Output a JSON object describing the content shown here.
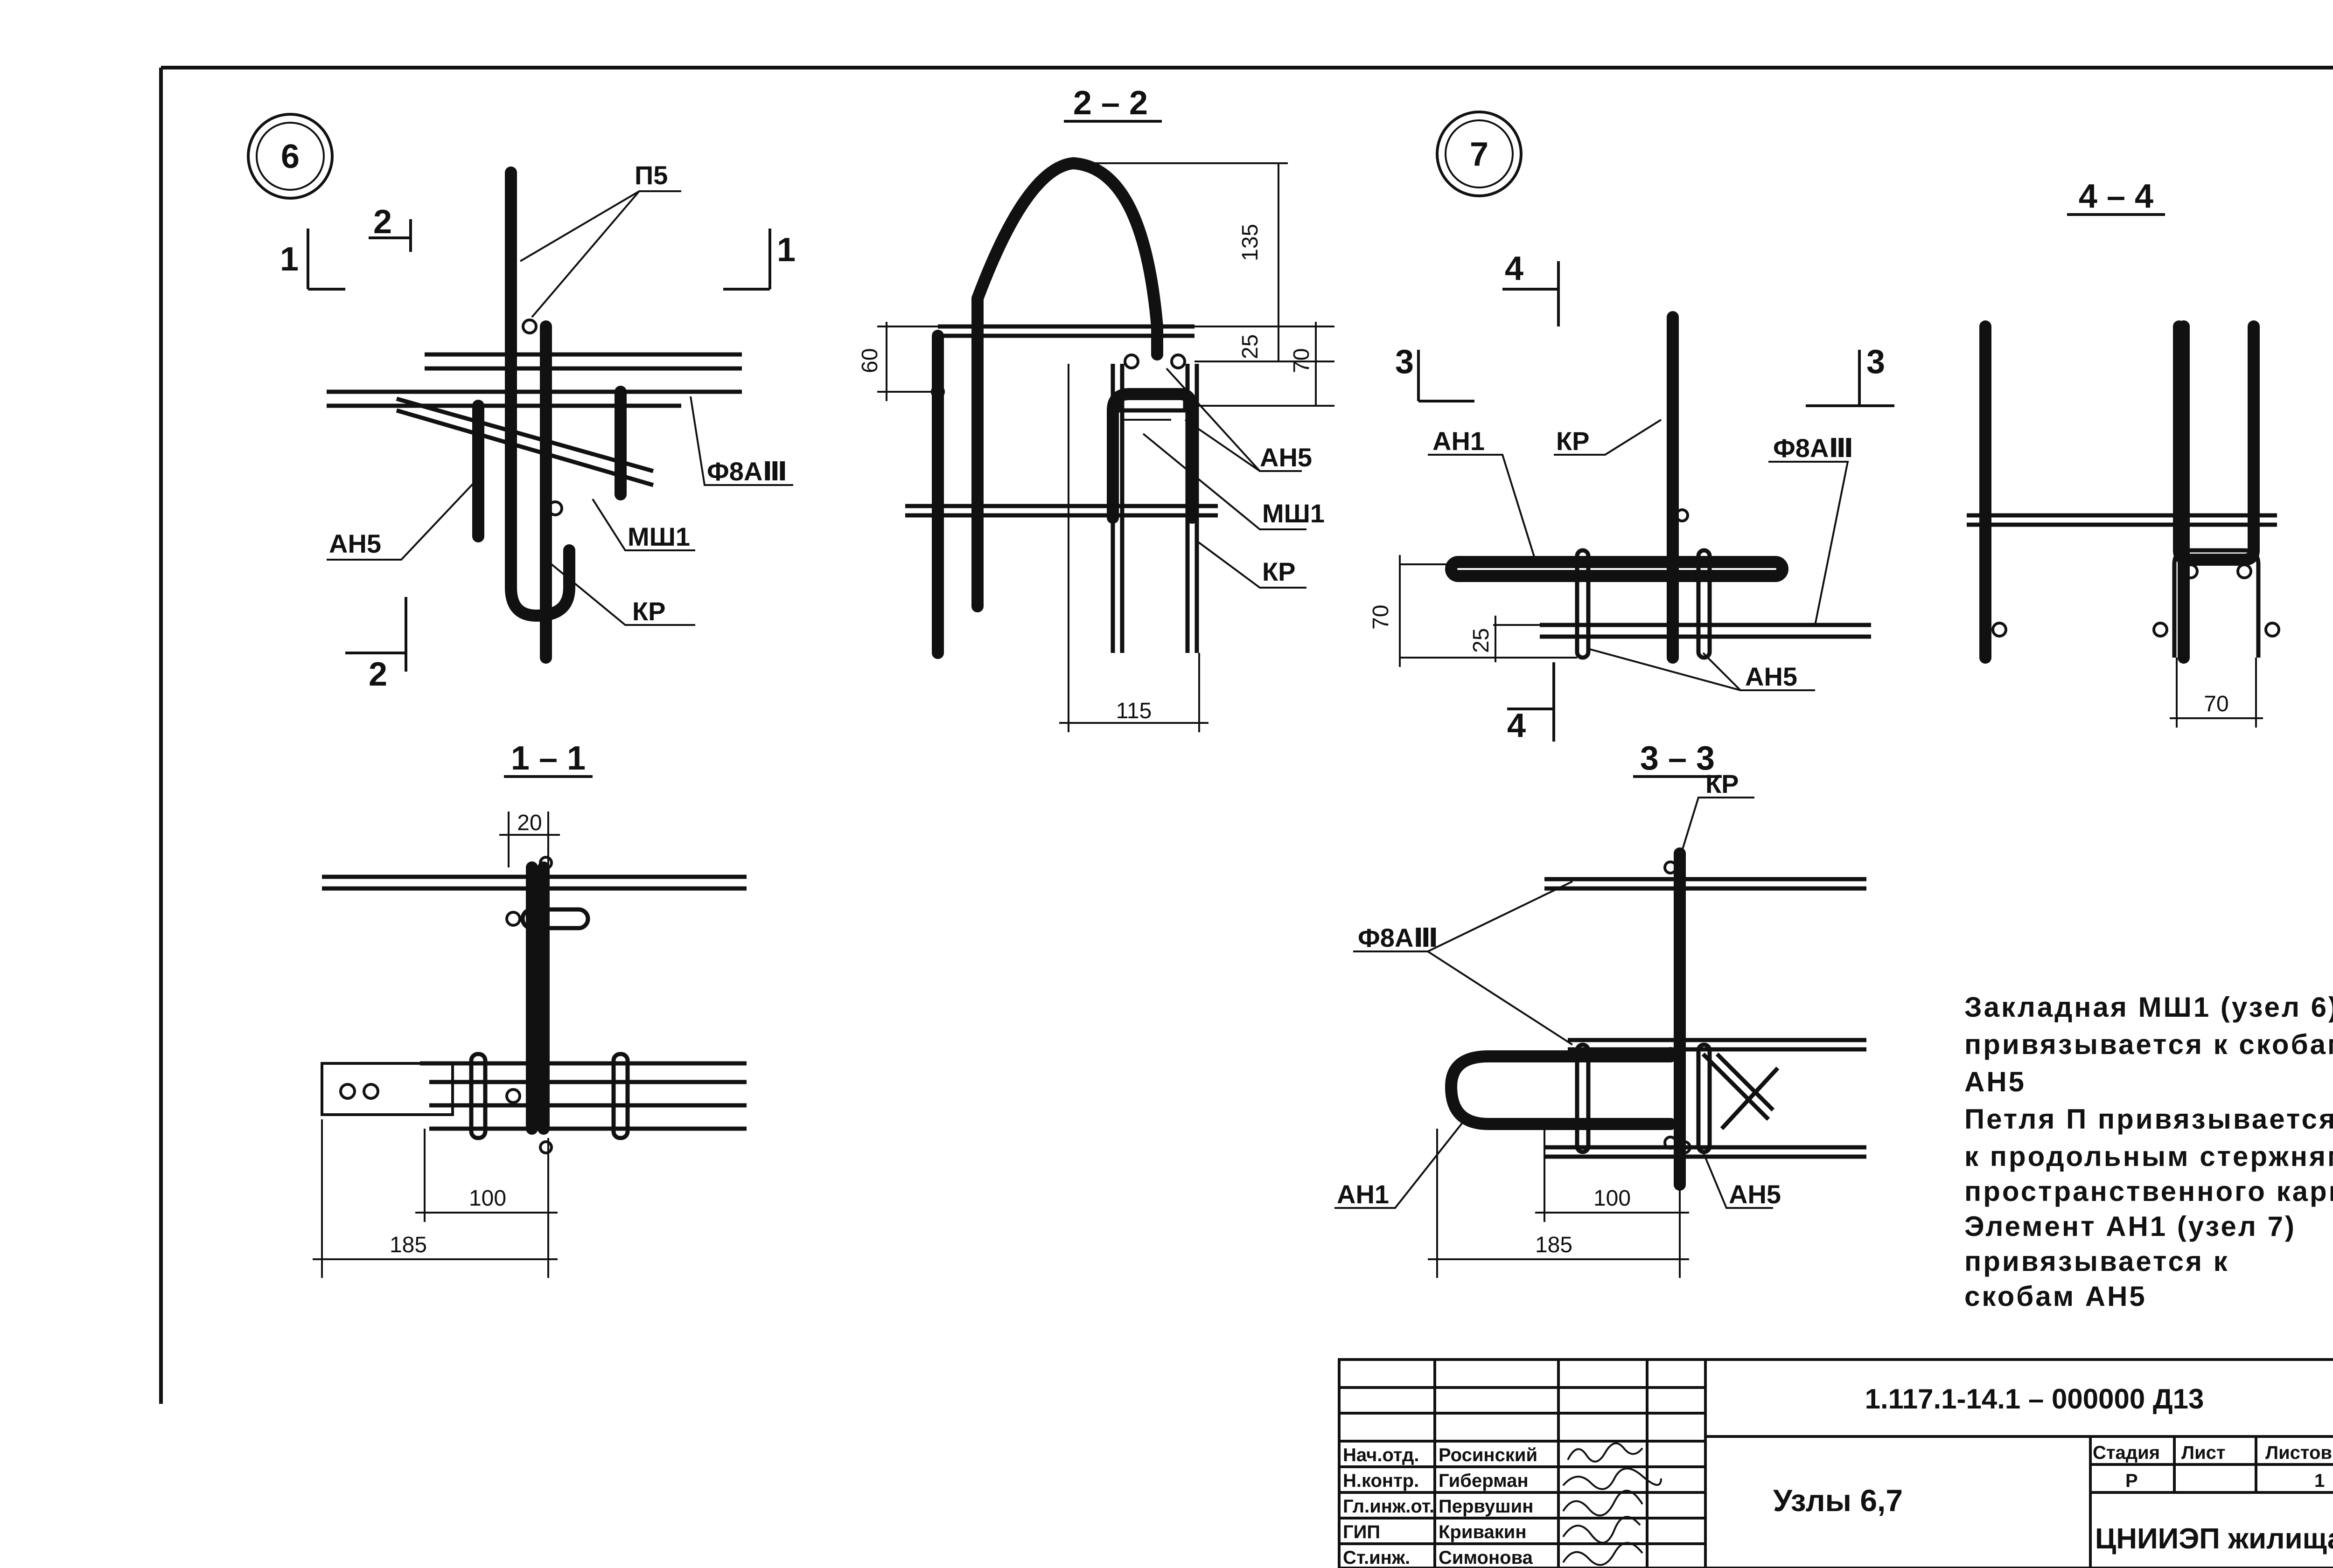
{
  "nodes": {
    "node6": "6",
    "node7": "7"
  },
  "sections": {
    "s22": "2 – 2",
    "s11": "1 – 1",
    "s33": "3 – 3",
    "s44": "4 – 4",
    "mark1": "1",
    "mark2": "2",
    "mark3": "3",
    "mark4": "4"
  },
  "labels": {
    "p5": "П5",
    "ah5": "АН5",
    "msh1": "МШ1",
    "kr": "КР",
    "f8aiii": "Ф8АⅢ",
    "ah1": "АН1"
  },
  "dimensions": {
    "d135": "135",
    "d60": "60",
    "d25": "25",
    "d70": "70",
    "d115": "115",
    "d20": "20",
    "d100": "100",
    "d185": "185"
  },
  "notes": [
    "Закладная МШ1 (узел 6).",
    "привязывается к скобам",
    "АН5",
    "Петля П привязывается",
    "к продольным стержням",
    "пространственного каркаса",
    "Элемент АН1 (узел 7)",
    "привязывается к",
    "скобам АН5"
  ],
  "title_block": {
    "code": "1.117.1-14.1 – 000000 Д13",
    "title": "Узлы    6,7",
    "stage_header": "Стадия",
    "sheet_header": "Лист",
    "sheets_header": "Листов",
    "stage": "Р",
    "sheet": "",
    "sheets": "1",
    "org": "ЦНИИЭП жилища",
    "roles": [
      "Нач.отд.",
      "Н.контр.",
      "Гл.инж.от.",
      "ГИП",
      "Ст.инж."
    ],
    "names": [
      "Росинский",
      "Гиберман",
      "Первушин",
      "Кривакин",
      "Симонова"
    ]
  }
}
